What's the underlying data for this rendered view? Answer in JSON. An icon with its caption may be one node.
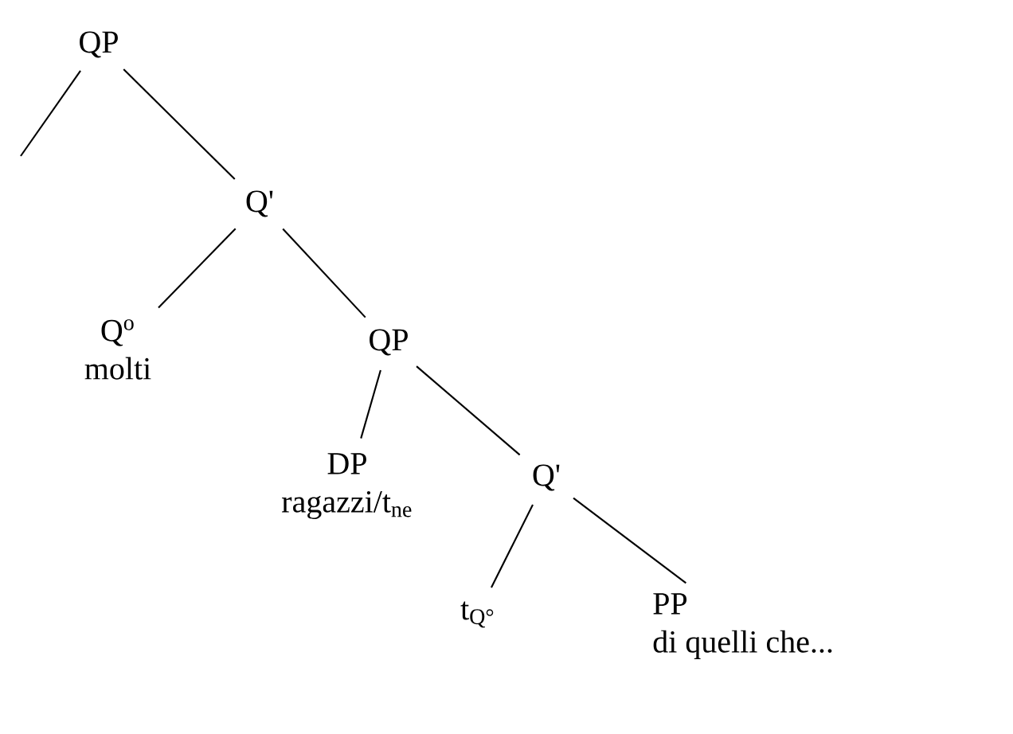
{
  "diagram": {
    "nodes": [
      {
        "text": [
          "QP"
        ]
      },
      {
        "text": [
          "Q'"
        ]
      },
      {
        "text": [
          "Q$^{o}$",
          "molti"
        ]
      },
      {
        "text": [
          "QP"
        ]
      },
      {
        "text": [
          "DP",
          "ragazzi/t$_{ne}$"
        ]
      },
      {
        "text": [
          "Q'"
        ]
      },
      {
        "text": [
          "t$_{Q°}$"
        ]
      },
      {
        "text": [
          "PP",
          "di quelli che..."
        ]
      }
    ],
    "edges": [
      {
        "from": 0,
        "to": null,
        "arrow": "none"
      },
      {
        "from": 0,
        "to": 1,
        "arrow": "none"
      },
      {
        "from": 1,
        "to": 2,
        "arrow": "none"
      },
      {
        "from": 1,
        "to": 3,
        "arrow": "none"
      },
      {
        "from": 3,
        "to": 4,
        "arrow": "none"
      },
      {
        "from": 3,
        "to": 5,
        "arrow": "none"
      },
      {
        "from": 5,
        "to": 6,
        "arrow": "none"
      },
      {
        "from": 5,
        "to": 7,
        "arrow": "none"
      }
    ]
  }
}
